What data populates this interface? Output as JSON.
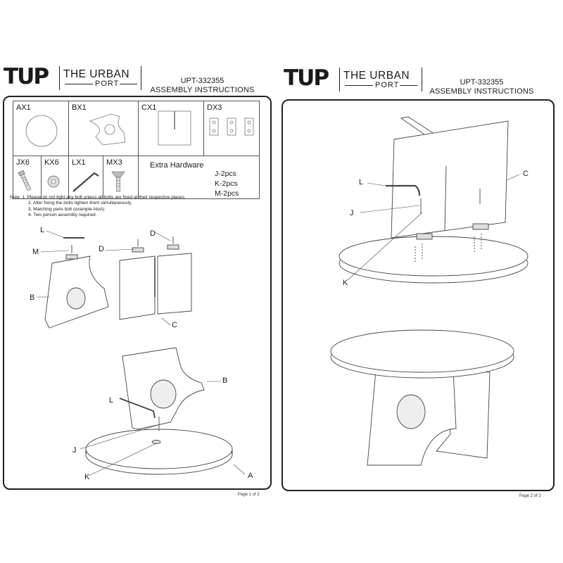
{
  "brand": {
    "abbr": "TUP",
    "name_line1": "THE URBAN",
    "name_line2": "PORT"
  },
  "pages": [
    {
      "sku": "UPT-332355",
      "title": "ASSEMBLY INSTRUCTIONS",
      "page_label": "Page 1 of 2"
    },
    {
      "sku": "UPT-332355",
      "title": "ASSEMBLY INSTRUCTIONS",
      "page_label": "Page 2 of 2"
    }
  ],
  "parts": {
    "row1": [
      {
        "label": "AX1"
      },
      {
        "label": "BX1"
      },
      {
        "label": "CX1"
      },
      {
        "label": "DX3"
      }
    ],
    "row2": [
      {
        "label": "JX6"
      },
      {
        "label": "KX6"
      },
      {
        "label": "LX1"
      },
      {
        "label": "MX3"
      }
    ],
    "extra_hardware": {
      "title": "Extra Hardware",
      "items": [
        "J-2pcs",
        "K-2pcs",
        "M-2pcs"
      ]
    }
  },
  "notes": [
    "Note: 1.   Please do not tight any bolt unless all bolts are fixed at their respective places.",
    "2.   After fixing the bolts tighten them simultaneously.",
    "3.   Matching parts bolt (example AtoA)",
    "4.   Two person assembly required."
  ],
  "callouts": {
    "p1_step1": {
      "L": "L",
      "M": "M",
      "D1": "D",
      "D2": "D",
      "B": "B",
      "C": "C"
    },
    "p1_step2": {
      "B": "B",
      "L": "L",
      "J": "J",
      "K": "K",
      "A": "A"
    },
    "p2_step3": {
      "L": "L",
      "C": "C",
      "J": "J",
      "K": "K"
    }
  }
}
